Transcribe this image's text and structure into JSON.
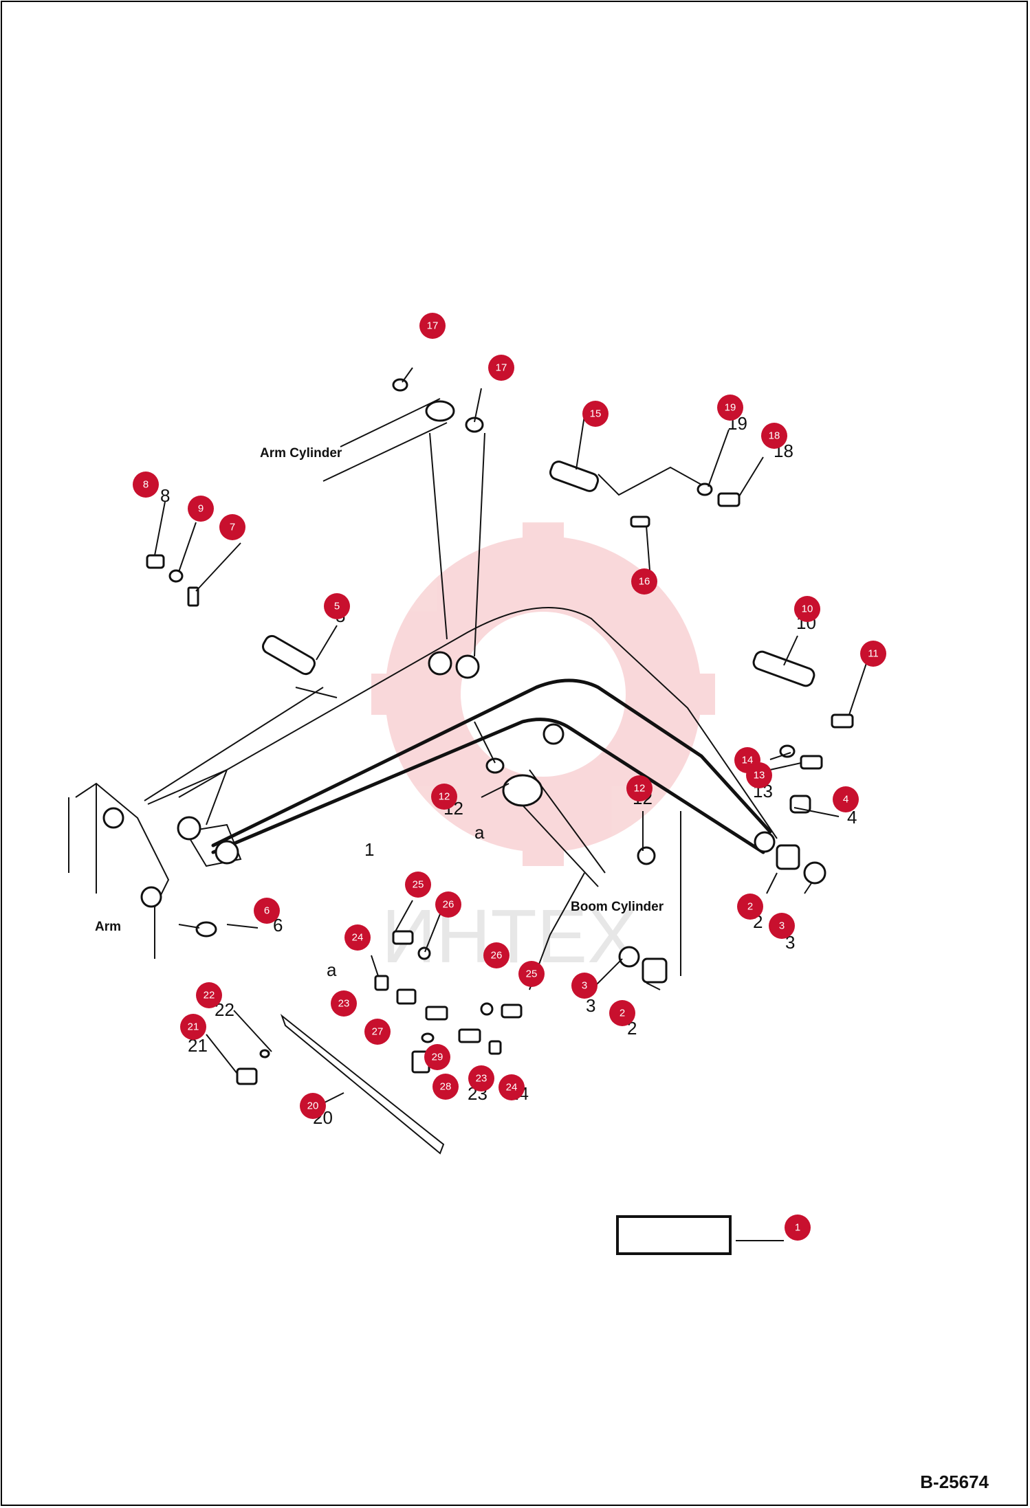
{
  "document_code": "B-25674",
  "watermark": "ИНТЕХ",
  "captions": {
    "arm_cylinder": "Arm Cylinder",
    "arm": "Arm",
    "boom_cylinder": "Boom Cylinder",
    "section_a_top": "a",
    "section_a_bottom": "a"
  },
  "callouts": [
    {
      "n": "17"
    },
    {
      "n": "17"
    },
    {
      "n": "15"
    },
    {
      "n": "19"
    },
    {
      "n": "18"
    },
    {
      "n": "8"
    },
    {
      "n": "9"
    },
    {
      "n": "7"
    },
    {
      "n": "16"
    },
    {
      "n": "5"
    },
    {
      "n": "10"
    },
    {
      "n": "11"
    },
    {
      "n": "14"
    },
    {
      "n": "13"
    },
    {
      "n": "4"
    },
    {
      "n": "12"
    },
    {
      "n": "12"
    },
    {
      "n": "2"
    },
    {
      "n": "3"
    },
    {
      "n": "6"
    },
    {
      "n": "25"
    },
    {
      "n": "26"
    },
    {
      "n": "24"
    },
    {
      "n": "26"
    },
    {
      "n": "25"
    },
    {
      "n": "3"
    },
    {
      "n": "2"
    },
    {
      "n": "22"
    },
    {
      "n": "23"
    },
    {
      "n": "21"
    },
    {
      "n": "27"
    },
    {
      "n": "29"
    },
    {
      "n": "23"
    },
    {
      "n": "24"
    },
    {
      "n": "28"
    },
    {
      "n": "20"
    },
    {
      "n": "1"
    }
  ],
  "printed_numbers": [
    "19",
    "18",
    "8",
    "5",
    "10",
    "13",
    "4",
    "12",
    "12",
    "1",
    "6",
    "2",
    "3",
    "3",
    "2",
    "22",
    "21",
    "23",
    "24",
    "20"
  ]
}
